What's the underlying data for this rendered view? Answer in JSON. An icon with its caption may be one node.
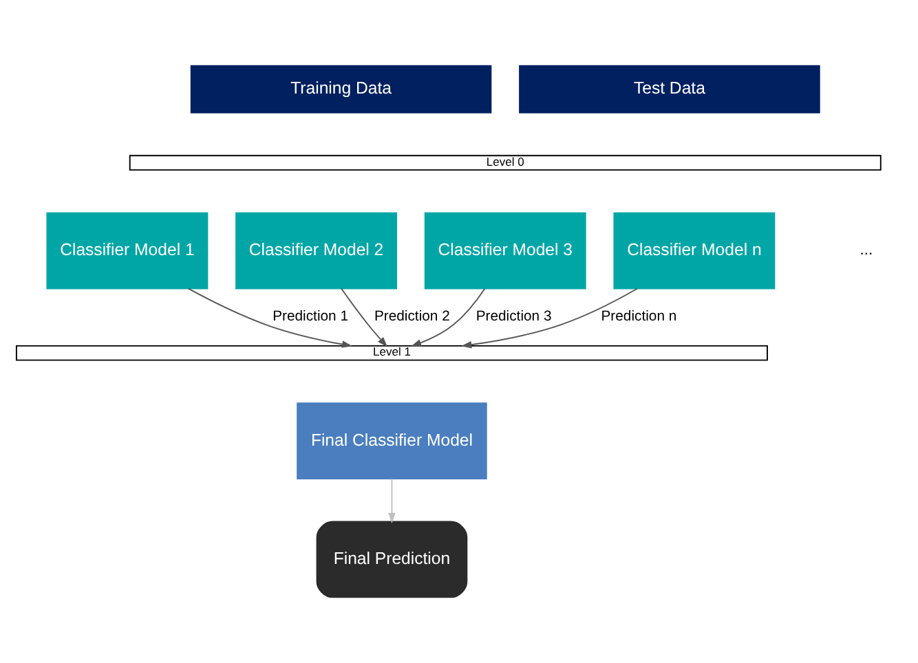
{
  "diagram": {
    "nodes": [
      {
        "text": [
          "Training Data"
        ]
      },
      {
        "text": [
          "Test Data"
        ]
      },
      {
        "text": [
          "Level 0"
        ]
      },
      {
        "text": [
          "Classifier Model 1"
        ]
      },
      {
        "text": [
          "Classifier Model 2"
        ]
      },
      {
        "text": [
          "Classifier Model 3"
        ]
      },
      {
        "text": [
          "Classifier Model n"
        ]
      },
      {
        "text": [
          "Level 1"
        ]
      },
      {
        "text": [
          "Final Classifier Model"
        ]
      },
      {
        "text": [
          "Final Prediction"
        ]
      }
    ],
    "edges": [
      {
        "from": 3,
        "to": 7,
        "arrow": "to",
        "label": "Prediction 1"
      },
      {
        "from": 4,
        "to": 7,
        "arrow": "to",
        "label": "Prediction 2"
      },
      {
        "from": 5,
        "to": 7,
        "arrow": "to",
        "label": "Prediction 3"
      },
      {
        "from": 6,
        "to": 7,
        "arrow": "to",
        "label": "Prediction n"
      },
      {
        "from": 8,
        "to": 9,
        "arrow": "to",
        "color": "#bfbfbf"
      }
    ],
    "labels": [
      "..."
    ]
  }
}
